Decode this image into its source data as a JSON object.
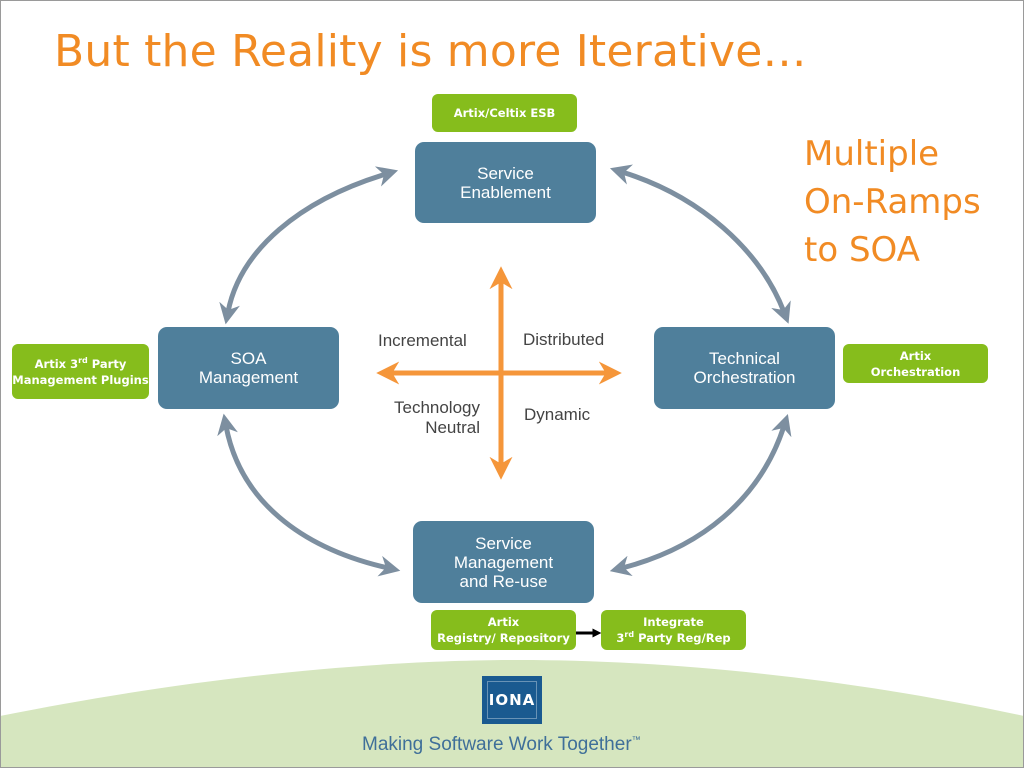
{
  "slide": {
    "title": "But the Reality is more Iterative…",
    "callout": [
      "Multiple",
      "On-Ramps",
      "to SOA"
    ]
  },
  "nodes": {
    "service_enablement": [
      "Service",
      "Enablement"
    ],
    "soa_management": [
      "SOA",
      "Management"
    ],
    "technical_orchestration": [
      "Technical",
      "Orchestration"
    ],
    "service_management": [
      "Service",
      "Management",
      "and Re-use"
    ]
  },
  "axis_labels": {
    "incremental": "Incremental",
    "distributed": "Distributed",
    "technology_neutral": [
      "Technology",
      "Neutral"
    ],
    "dynamic": "Dynamic"
  },
  "tags": {
    "esb": "Artix/Celtix ESB",
    "mgmt_plugins": {
      "pre": "Artix 3",
      "sup": "rd",
      "post": " Party",
      "line2": "Management Plugins"
    },
    "orchestration": [
      "Artix",
      "Orchestration"
    ],
    "registry": [
      "Artix",
      "Registry/ Repository"
    ],
    "integrate": {
      "line1": "Integrate",
      "pre": "3",
      "sup": "rd",
      "post": " Party Reg/Rep"
    }
  },
  "footer": {
    "logo": "IONA",
    "tagline": "Making Software Work Together",
    "trademark": "™"
  },
  "colors": {
    "title_orange": "#f18b24",
    "node_blue": "#4f7f9b",
    "tag_green": "#86bd1c",
    "cycle_arrow": "#7d8fa0",
    "axis_orange": "#f5963a",
    "footer_green": "#d6e6bf",
    "logo_blue": "#1a5a90"
  }
}
